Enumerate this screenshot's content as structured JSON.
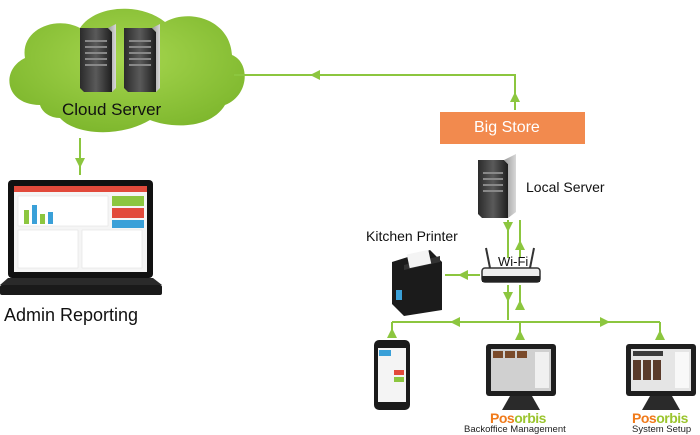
{
  "nodes": {
    "cloud_server": "Cloud Server",
    "big_store": "Big Store",
    "local_server": "Local Server",
    "kitchen_printer": "Kitchen Printer",
    "wifi": "Wi-Fi",
    "admin_reporting": "Admin Reporting",
    "backoffice": "Backoffice Management",
    "system_setup": "System Setup",
    "brand_part1": "Pos",
    "brand_part2": "orbis"
  },
  "colors": {
    "cloud": "#8cc63f",
    "connector": "#8cc63f",
    "big_store_box": "#f28a4e",
    "brand_orange": "#f07a1a",
    "brand_green": "#9bc52e"
  },
  "icons": [
    "server-icon",
    "laptop-icon",
    "router-icon",
    "receipt-printer-icon",
    "smartphone-icon",
    "pos-terminal-icon"
  ]
}
